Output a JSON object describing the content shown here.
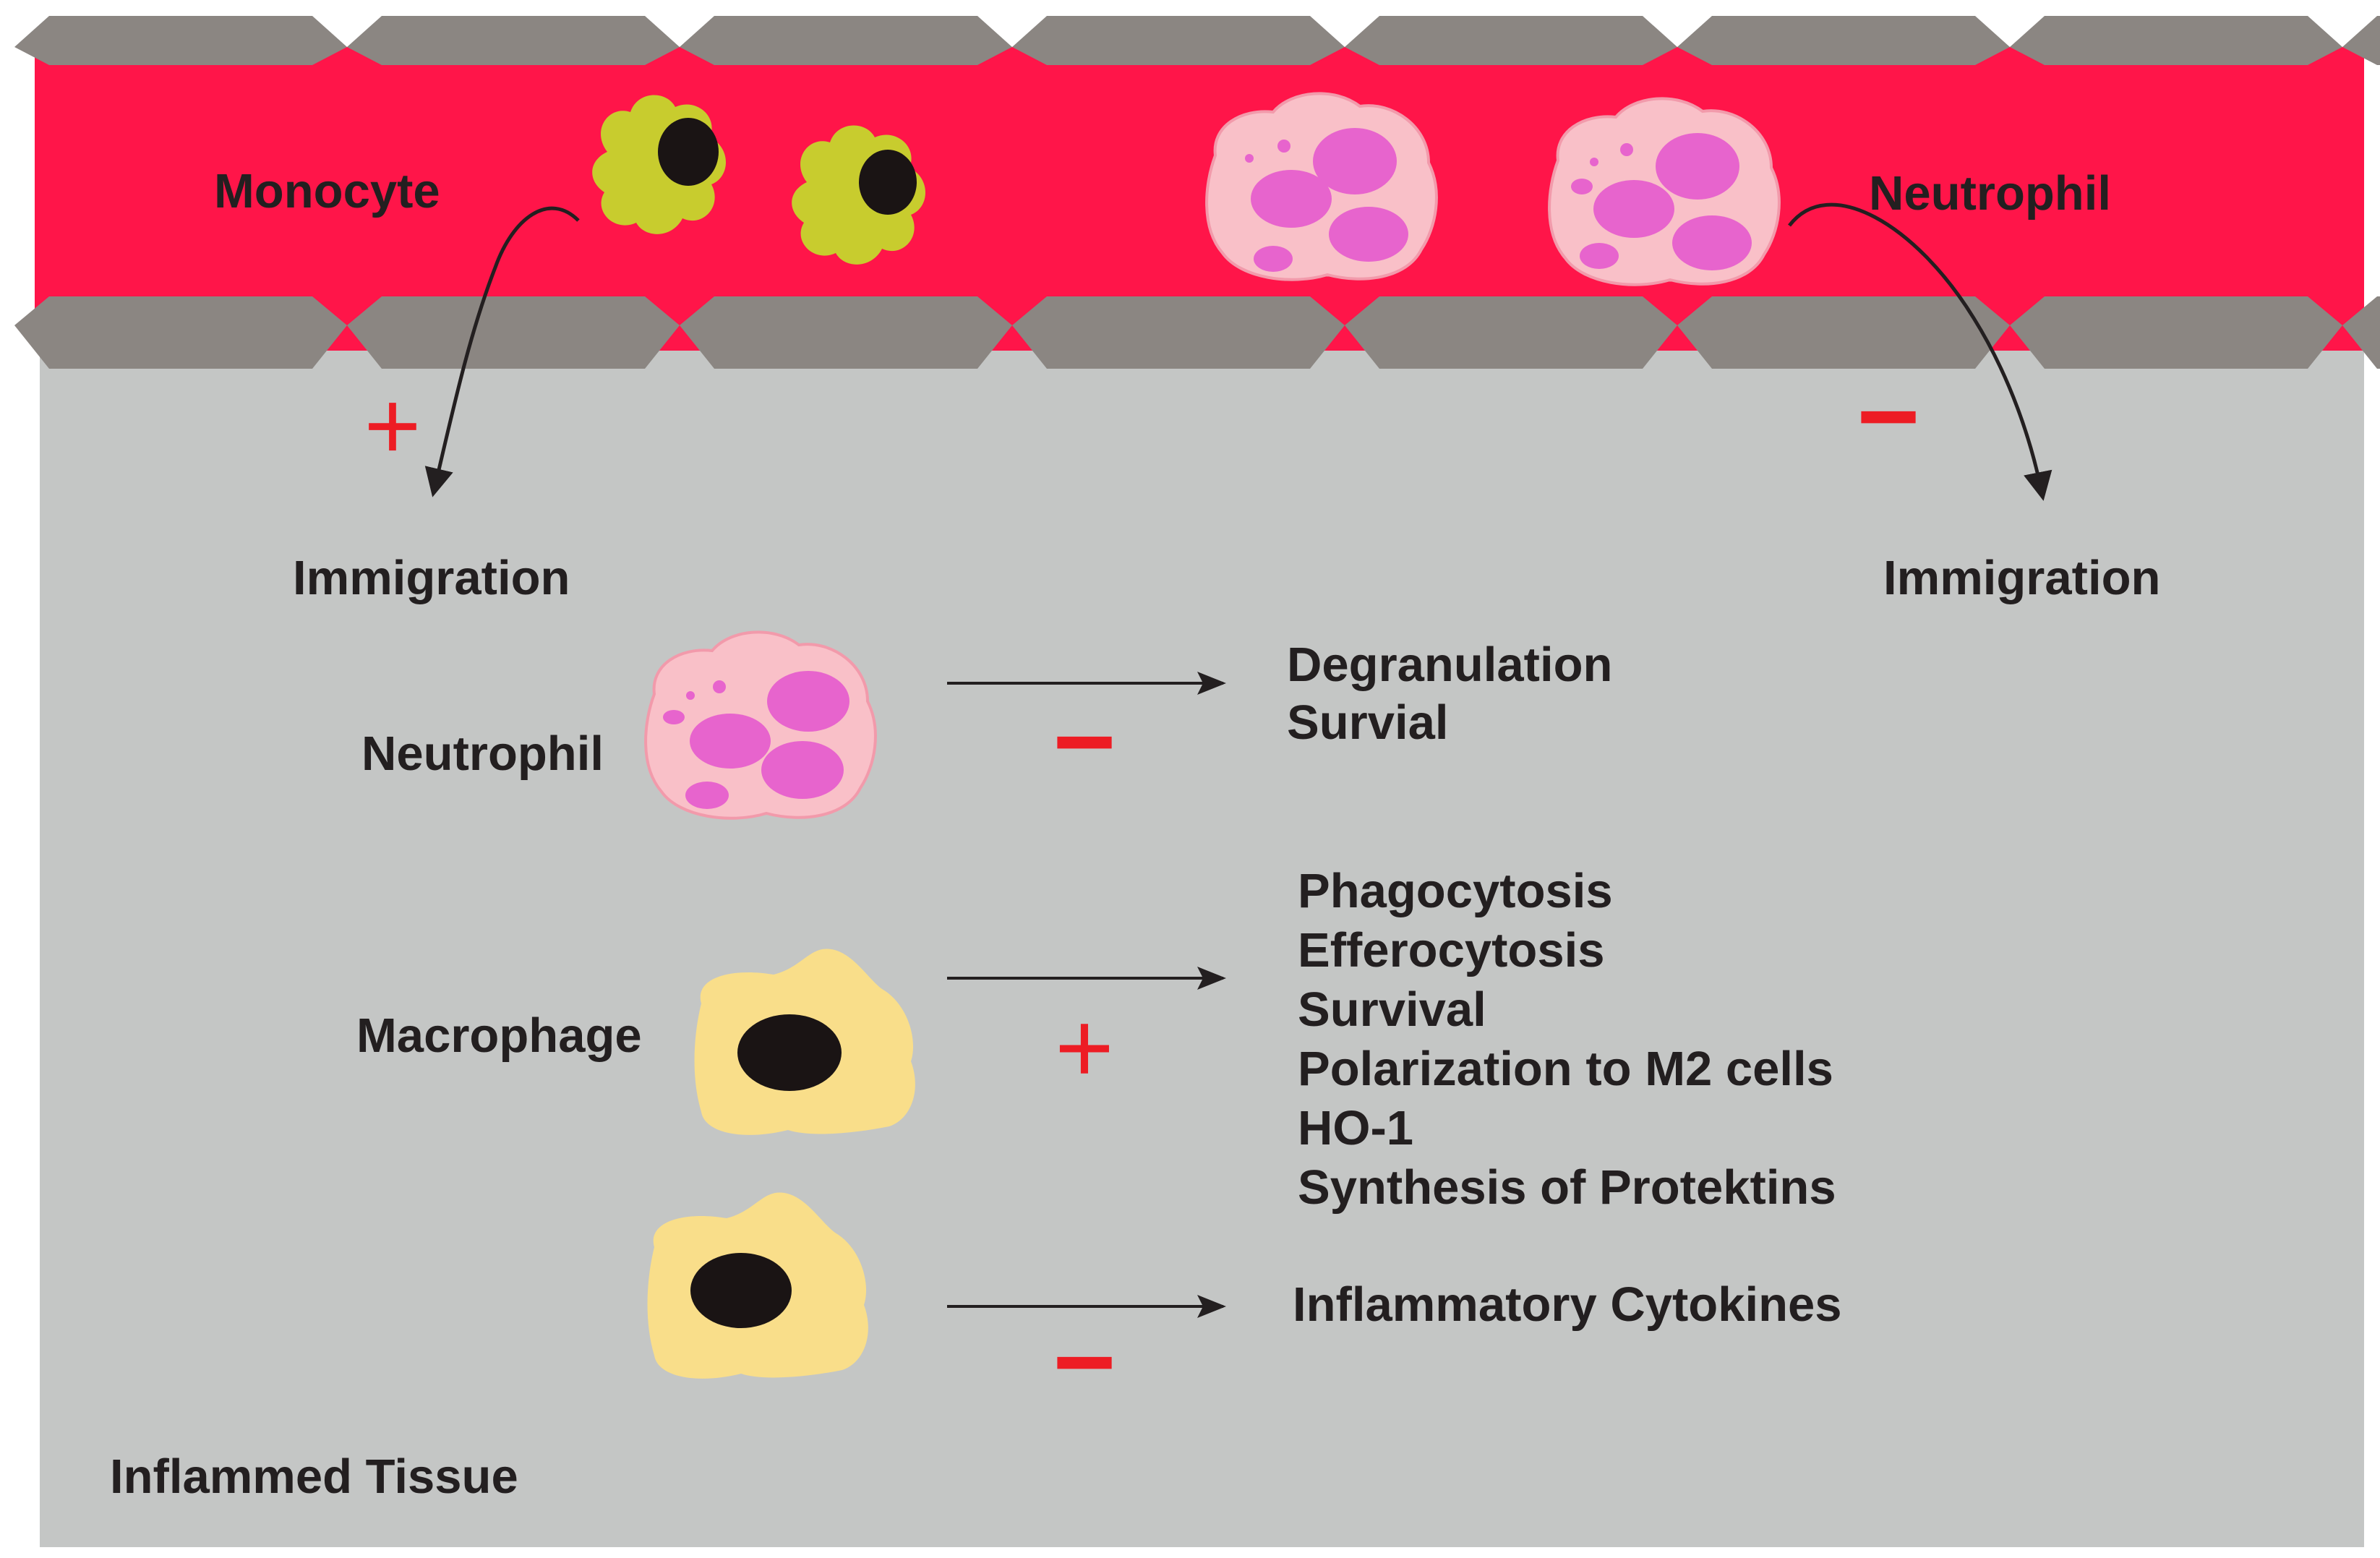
{
  "labels": {
    "monocyte": "Monocyte",
    "neutrophil_vessel": "Neutrophil",
    "immigration_left": "Immigration",
    "immigration_right": "Immigration",
    "neutrophil_tissue": "Neutrophil",
    "macrophage": "Macrophage",
    "tissue": "Inflammed Tissue"
  },
  "neutrophil_effects": [
    "Degranulation",
    "Survial"
  ],
  "macrophage_effects": [
    "Phagocytosis",
    "Efferocytosis",
    "Survival",
    "Polarization to M2 cells",
    "HO-1",
    "Synthesis of Protektins"
  ],
  "cytokine_effects": [
    "Inflammatory Cytokines"
  ],
  "signs": {
    "monocyte_immigration": "+",
    "neutrophil_immigration": "−",
    "neutrophil_function": "−",
    "macrophage_function": "+",
    "cytokines": "−"
  },
  "colors": {
    "vessel": "#ff1549",
    "wall": "#8b8682",
    "tissue": "#c4c6c5",
    "sign": "#ed1c24",
    "monocyte": "#c8cc2e",
    "neutrophil_body": "#f9c0c8",
    "neutrophil_granule": "#e764cd",
    "macrophage": "#f9de8a",
    "nucleus": "#1a1414"
  }
}
